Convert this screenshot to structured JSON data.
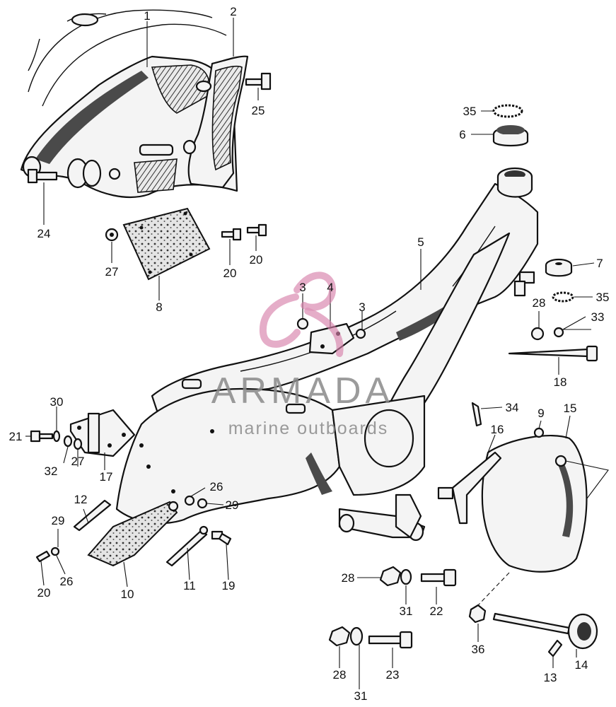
{
  "callouts": [
    {
      "id": "c1",
      "text": "1"
    },
    {
      "id": "c2",
      "text": "2"
    },
    {
      "id": "c25",
      "text": "25"
    },
    {
      "id": "c35a",
      "text": "35"
    },
    {
      "id": "c6",
      "text": "6"
    },
    {
      "id": "c24",
      "text": "24"
    },
    {
      "id": "c20a",
      "text": "20"
    },
    {
      "id": "c20b",
      "text": "20"
    },
    {
      "id": "c27a",
      "text": "27"
    },
    {
      "id": "c8",
      "text": "8"
    },
    {
      "id": "c5",
      "text": "5"
    },
    {
      "id": "c7",
      "text": "7"
    },
    {
      "id": "c3a",
      "text": "3"
    },
    {
      "id": "c4",
      "text": "4"
    },
    {
      "id": "c3b",
      "text": "3"
    },
    {
      "id": "c35b",
      "text": "35"
    },
    {
      "id": "c28a",
      "text": "28"
    },
    {
      "id": "c33",
      "text": "33"
    },
    {
      "id": "c18",
      "text": "18"
    },
    {
      "id": "c30",
      "text": "30"
    },
    {
      "id": "c21",
      "text": "21"
    },
    {
      "id": "c32",
      "text": "32"
    },
    {
      "id": "c27b",
      "text": "27"
    },
    {
      "id": "c17",
      "text": "17"
    },
    {
      "id": "c34",
      "text": "34"
    },
    {
      "id": "c9",
      "text": "9"
    },
    {
      "id": "c15",
      "text": "15"
    },
    {
      "id": "c16",
      "text": "16"
    },
    {
      "id": "c12",
      "text": "12"
    },
    {
      "id": "c26a",
      "text": "26"
    },
    {
      "id": "c29a",
      "text": "29"
    },
    {
      "id": "c29b",
      "text": "29"
    },
    {
      "id": "c20c",
      "text": "20"
    },
    {
      "id": "c26b",
      "text": "26"
    },
    {
      "id": "c10",
      "text": "10"
    },
    {
      "id": "c11",
      "text": "11"
    },
    {
      "id": "c19",
      "text": "19"
    },
    {
      "id": "c28b",
      "text": "28"
    },
    {
      "id": "c31a",
      "text": "31"
    },
    {
      "id": "c22",
      "text": "22"
    },
    {
      "id": "c36",
      "text": "36"
    },
    {
      "id": "c14",
      "text": "14"
    },
    {
      "id": "c13",
      "text": "13"
    },
    {
      "id": "c28c",
      "text": "28"
    },
    {
      "id": "c23",
      "text": "23"
    },
    {
      "id": "c31b",
      "text": "31"
    }
  ],
  "watermark": {
    "title": "ARMADA",
    "subtitle": "marine outboards",
    "logo_color": "#d77fa9"
  }
}
